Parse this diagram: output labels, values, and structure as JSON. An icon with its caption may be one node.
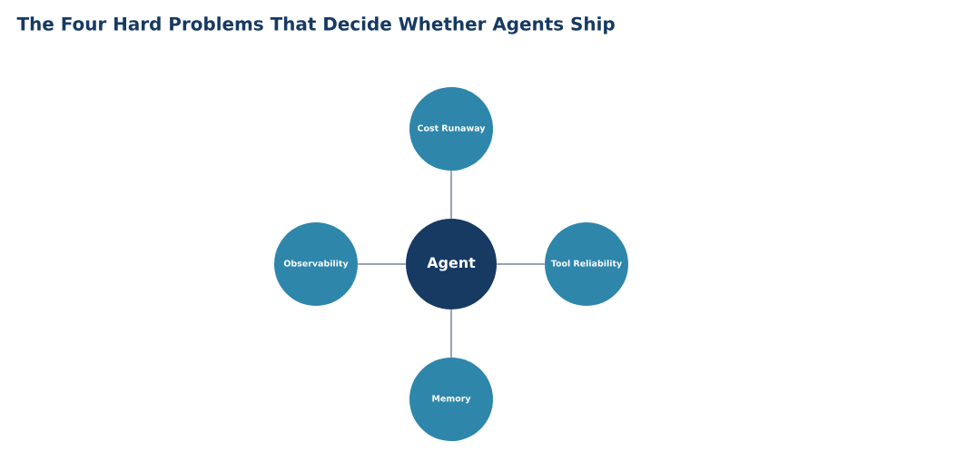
{
  "diagram": {
    "title": "The Four Hard Problems That Decide Whether Agents Ship",
    "nodes": [
      {
        "text": [
          "Cost Runaway"
        ]
      },
      {
        "text": [
          "Observability"
        ]
      },
      {
        "text": [
          "Agent"
        ]
      },
      {
        "text": [
          "Tool Reliability"
        ]
      },
      {
        "text": [
          "Memory"
        ]
      }
    ],
    "edges": [
      {
        "from": 2,
        "to": 0,
        "arrow": "none"
      },
      {
        "from": 2,
        "to": 1,
        "arrow": "none"
      },
      {
        "from": 2,
        "to": 3,
        "arrow": "none"
      },
      {
        "from": 2,
        "to": 4,
        "arrow": "none"
      }
    ]
  }
}
